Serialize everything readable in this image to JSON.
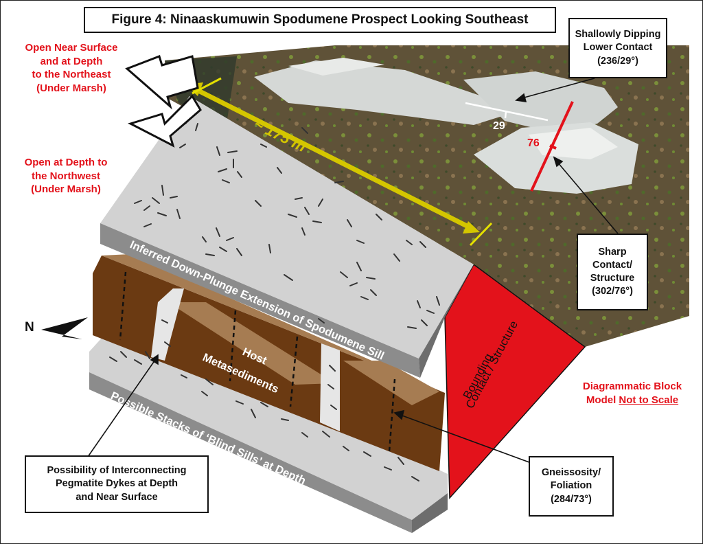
{
  "title": "Figure 4: Ninaaskumuwin Spodumene Prospect Looking Southeast",
  "notes": {
    "open_northeast": [
      "Open Near Surface",
      "and at Depth",
      "to the Northeast",
      "(Under Marsh)"
    ],
    "open_northwest": [
      "Open at Depth to",
      "the Northwest",
      "(Under Marsh)"
    ],
    "scale_line1": "Diagrammatic Block",
    "scale_line2_prefix": "Model ",
    "scale_line2_underlined": "Not to Scale"
  },
  "callouts": {
    "lower_contact": [
      "Shallowly Dipping",
      "Lower Contact",
      "(236/29°)"
    ],
    "sharp_contact": [
      "Sharp",
      "Contact/",
      "Structure",
      "(302/76°)"
    ],
    "pegmatite": [
      "Possibility of Interconnecting",
      "Pegmatite Dykes at Depth",
      "and Near Surface"
    ],
    "gneissosity": [
      "Gneissosity/",
      "Foliation",
      "(284/73°)"
    ]
  },
  "diagram_labels": {
    "length": "~ 175 m",
    "dip_29": "29",
    "dip_76": "76",
    "upper_sill": "Inferred Down-Plunge Extension of Spodumene  Sill",
    "host_1": "Host",
    "host_2": "Metasediments",
    "blind_sills": "Possible Stacks of  ‘Blind Sills’ at Depth",
    "bounding_1": "Bounding",
    "bounding_2": "Contact / Structure",
    "north": "N"
  },
  "colors": {
    "accent_red": "#e3121b",
    "sill_grey": "#d2d2d2",
    "sill_side": "#8c8c8c",
    "host_brown": "#6b3a12",
    "host_top": "#a67c52",
    "measure_yellow": "#d4c600"
  }
}
